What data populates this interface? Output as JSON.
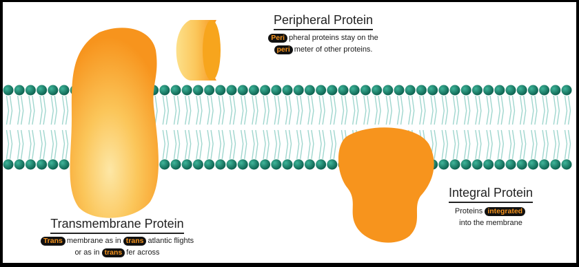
{
  "colors": {
    "protein_orange": "#f7941d",
    "protein_light": "#fbc65a",
    "lipid_head": "#0e7c66",
    "lipid_tail": "#9fd6ce",
    "highlight_bg": "#111111"
  },
  "peripheral": {
    "title": "Peripheral Protein",
    "line1": {
      "hl": "Peri",
      "rest": "pheral proteins stay on the"
    },
    "line2": {
      "hl": "peri",
      "rest": "meter of other proteins."
    }
  },
  "integral": {
    "title": "Integral Protein",
    "line1": {
      "pre": "Proteins",
      "hl": "integrated"
    },
    "line2": "into the membrane"
  },
  "transmembrane": {
    "title": "Transmembrane Protein",
    "line1": {
      "hl1": "Trans",
      "mid": "membrane as in",
      "hl2": "trans",
      "rest": "atlantic flights"
    },
    "line2": {
      "pre": "or as in",
      "hl": "trans",
      "rest": "fer across"
    }
  }
}
